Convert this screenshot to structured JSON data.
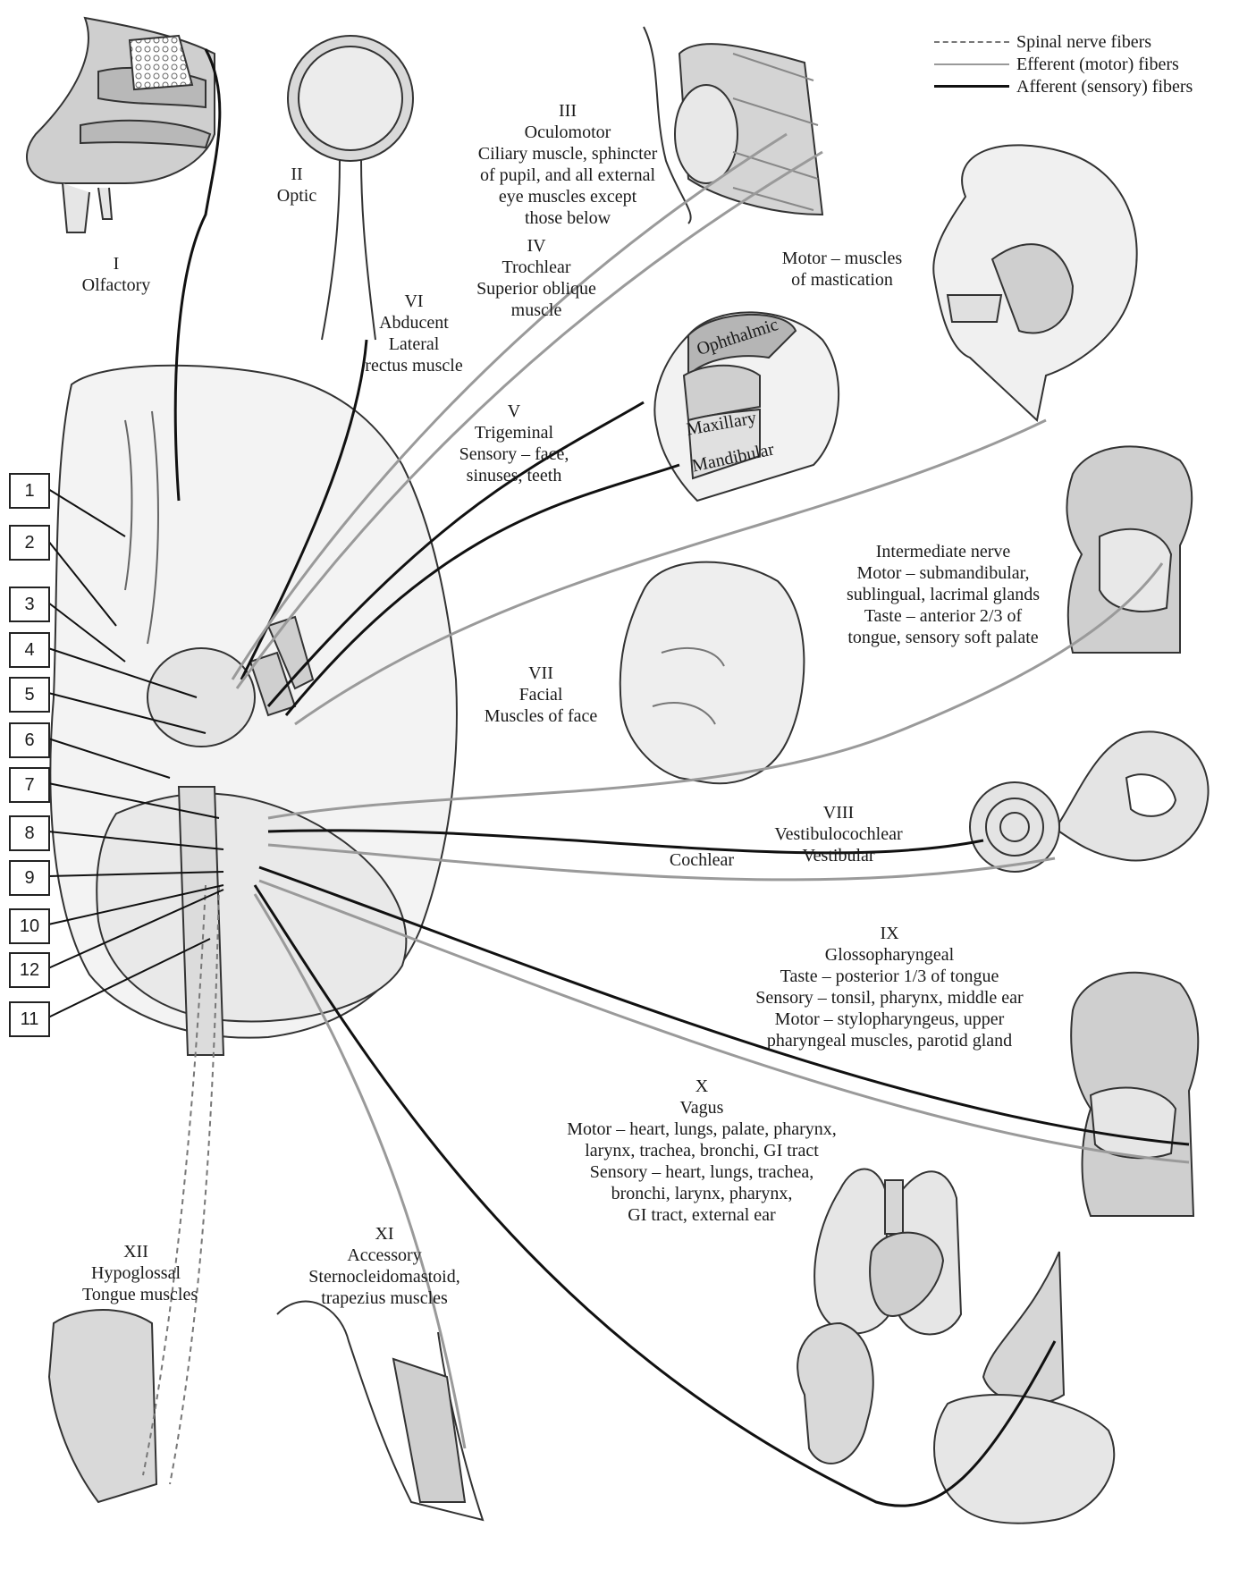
{
  "legend": [
    {
      "label": "Spinal nerve fibers",
      "style": "dashed"
    },
    {
      "label": "Efferent (motor) fibers",
      "style": "thin-gray"
    },
    {
      "label": "Afferent (sensory) fibers",
      "style": "thick-black"
    }
  ],
  "nerves": {
    "n1": {
      "numeral": "I",
      "name": "Olfactory"
    },
    "n2": {
      "numeral": "II",
      "name": "Optic"
    },
    "n3": {
      "numeral": "III",
      "name": "Oculomotor",
      "desc": [
        "Ciliary muscle, sphincter",
        "of pupil, and all external",
        "eye muscles except",
        "those below"
      ]
    },
    "n4": {
      "numeral": "IV",
      "name": "Trochlear",
      "desc": [
        "Superior oblique",
        "muscle"
      ]
    },
    "n6": {
      "numeral": "VI",
      "name": "Abducent",
      "desc": [
        "Lateral",
        "rectus muscle"
      ]
    },
    "n5": {
      "numeral": "V",
      "name": "Trigeminal",
      "desc": [
        "Sensory – face,",
        "sinuses, teeth"
      ],
      "motor": [
        "Motor – muscles",
        "of mastication"
      ],
      "branches": [
        "Ophthalmic",
        "Maxillary",
        "Mandibular"
      ]
    },
    "intermediate": {
      "lines": [
        "Intermediate nerve",
        "Motor – submandibular,",
        "sublingual, lacrimal glands",
        "Taste – anterior 2/3 of",
        "tongue, sensory soft palate"
      ]
    },
    "n7": {
      "numeral": "VII",
      "name": "Facial",
      "desc": [
        "Muscles of face"
      ]
    },
    "n8": {
      "numeral": "VIII",
      "name": "Vestibulocochlear",
      "desc": [
        "Vestibular"
      ],
      "cochlear": "Cochlear"
    },
    "n9": {
      "numeral": "IX",
      "name": "Glossopharyngeal",
      "desc": [
        "Taste – posterior 1/3 of tongue",
        "Sensory – tonsil, pharynx, middle ear",
        "Motor – stylopharyngeus, upper",
        "pharyngeal muscles, parotid gland"
      ]
    },
    "n10": {
      "numeral": "X",
      "name": "Vagus",
      "desc": [
        "Motor – heart, lungs, palate, pharynx,",
        "larynx, trachea, bronchi, GI tract",
        "Sensory – heart, lungs, trachea,",
        "bronchi, larynx, pharynx,",
        "GI tract, external ear"
      ]
    },
    "n11": {
      "numeral": "XI",
      "name": "Accessory",
      "desc": [
        "Sternocleidomastoid,",
        "trapezius muscles"
      ]
    },
    "n12": {
      "numeral": "XII",
      "name": "Hypoglossal",
      "desc": [
        "Tongue muscles"
      ]
    }
  },
  "number_boxes": [
    "1",
    "2",
    "3",
    "4",
    "5",
    "6",
    "7",
    "8",
    "9",
    "10",
    "12",
    "11"
  ],
  "colors": {
    "line": "#111111",
    "efferent": "#9a9a9a",
    "tissue": "#d9d9d9",
    "tissue_dark": "#bdbdbd",
    "brain": "#f2f2f2"
  }
}
